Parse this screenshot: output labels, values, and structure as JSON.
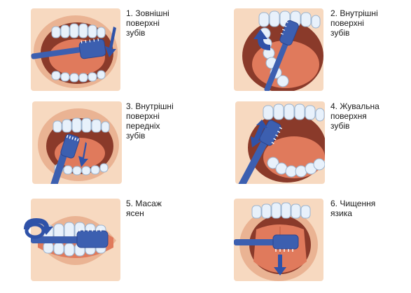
{
  "steps": [
    {
      "lines": [
        "1. Зовнішні",
        "поверхні",
        "зубів"
      ]
    },
    {
      "lines": [
        "2. Внутрішні",
        "поверхні",
        "зубів"
      ]
    },
    {
      "lines": [
        "3. Внутрішні",
        "поверхні",
        "передніх",
        "зубів"
      ]
    },
    {
      "lines": [
        "4. Жувальна",
        "поверхня",
        "зубів"
      ]
    },
    {
      "lines": [
        "5. Масаж",
        "ясен"
      ]
    },
    {
      "lines": [
        "6. Чищення",
        "язика"
      ]
    }
  ],
  "colors": {
    "panel_bg": "#f7d9c0",
    "lip": "#e8a888",
    "gum": "#e07a5c",
    "mouth_dark": "#8a3a2a",
    "teeth": "#e8f1fb",
    "tooth_outline": "#9bb4cf",
    "brush": "#3c5fb0",
    "brush_dark": "#2a4590",
    "arrow": "#2f52a8"
  }
}
